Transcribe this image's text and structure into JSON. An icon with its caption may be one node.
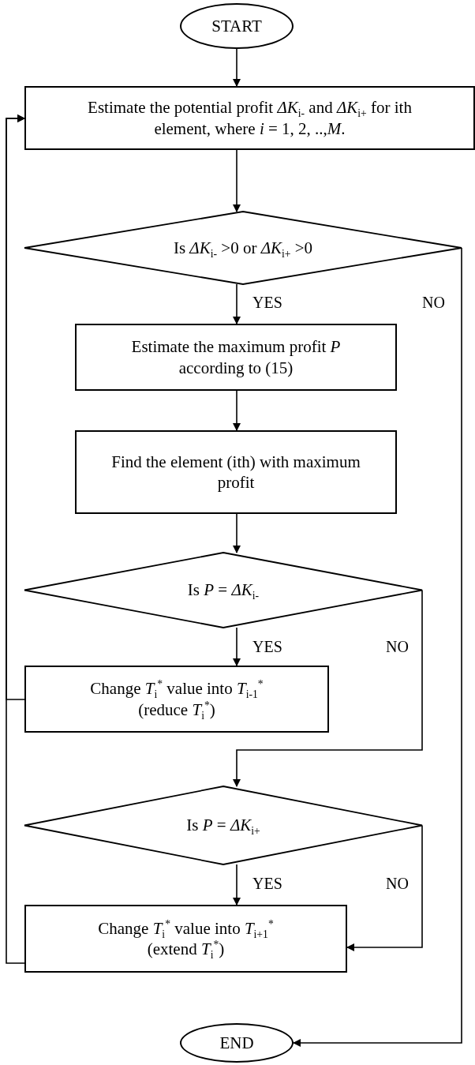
{
  "diagram": {
    "nodes": [
      {
        "text": [
          "START"
        ]
      },
      {
        "text": [
          "Estimate the potential profit *ΔK*$_{i-}$ and *ΔK*$_{i+}$ for ith element, where *i* = 1, 2, ..,*M*."
        ]
      },
      {
        "text": [
          "Is *ΔK*$_{i-}$ >0 or *ΔK*$_{i+}$ >0"
        ]
      },
      {
        "text": [
          "Estimate the maximum profit *P* according to (15)"
        ]
      },
      {
        "text": [
          "Find the element (ith) with maximum profit"
        ]
      },
      {
        "text": [
          "Is *P* = *ΔK*$_{i-}$"
        ]
      },
      {
        "text": [
          "Change *T*$_{i}$$^{*}$ value into *T*$_{i-1}$$^{*}$ (reduce *T*$_{i}$$^{*}$)"
        ]
      },
      {
        "text": [
          "Is *P* = *ΔK*$_{i+}$"
        ]
      },
      {
        "text": [
          "Change *T*$_{i}$$^{*}$ value into *T*$_{i+1}$$^{*}$ (extend *T*$_{i}$$^{*}$)"
        ]
      },
      {
        "text": [
          "END"
        ]
      }
    ],
    "edges": [
      {
        "from": 0,
        "to": 1,
        "arrow": "to"
      },
      {
        "from": 1,
        "to": 2,
        "arrow": "to"
      },
      {
        "from": 2,
        "to": 3,
        "arrow": "to",
        "label": "YES"
      },
      {
        "from": 2,
        "to": 9,
        "arrow": "to",
        "label": "NO"
      },
      {
        "from": 3,
        "to": 4,
        "arrow": "to"
      },
      {
        "from": 4,
        "to": 5,
        "arrow": "to"
      },
      {
        "from": 5,
        "to": 6,
        "arrow": "to",
        "label": "YES"
      },
      {
        "from": 5,
        "to": 7,
        "arrow": "to",
        "label": "NO"
      },
      {
        "from": 6,
        "to": 1,
        "arrow": "to"
      },
      {
        "from": 7,
        "to": 8,
        "arrow": "to",
        "label": "YES"
      },
      {
        "from": 7,
        "to": 8,
        "arrow": "to",
        "label": "NO"
      },
      {
        "from": 8,
        "to": 1,
        "arrow": "to"
      }
    ]
  }
}
